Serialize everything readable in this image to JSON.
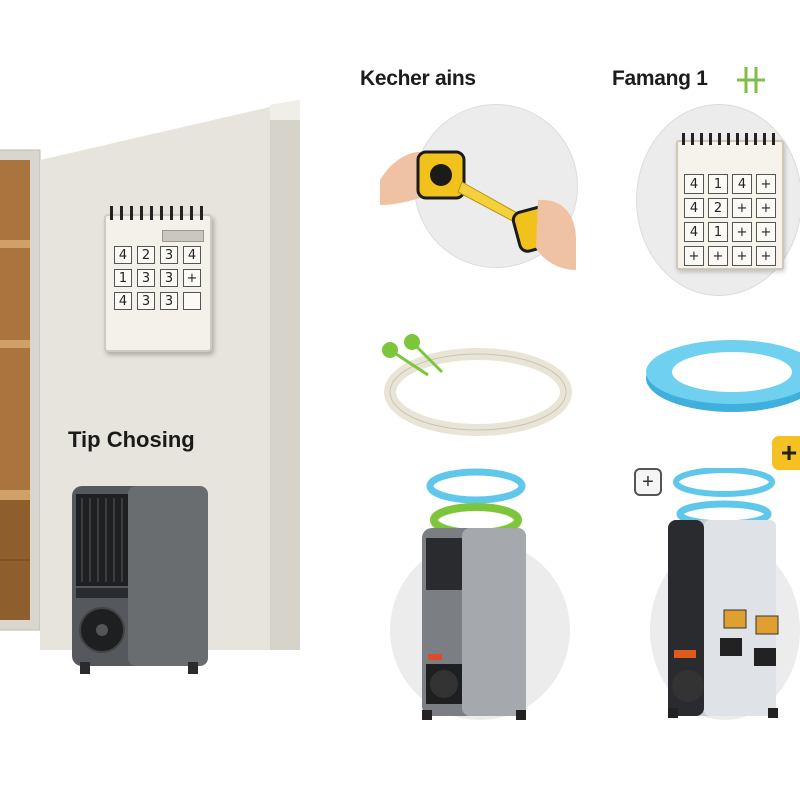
{
  "labels": {
    "scene_caption": "Tip Chosing",
    "panel_top_middle": "Kecher ains",
    "panel_top_right": "Famang 1"
  },
  "wall_calculator": {
    "keys": [
      "4",
      "2",
      "3",
      "4",
      "1",
      "3",
      "3",
      "+",
      "4",
      "3",
      "3",
      ""
    ]
  },
  "calendar_grid": {
    "keys": [
      "4",
      "1",
      "4",
      "+",
      "4",
      "2",
      "+",
      "+",
      "4",
      "1",
      "+",
      "+",
      "+",
      "+",
      "+",
      "+"
    ]
  },
  "badges": {
    "plus_badge": "+",
    "plus_outline_badge": "+"
  },
  "colors": {
    "wall": "#e6e4dc",
    "heater_body": "#6a6d70",
    "ring_blue": "#5fc7ea",
    "ring_green": "#7dc63b",
    "badge_yellow": "#f5c021",
    "wood": "#a9743d"
  }
}
